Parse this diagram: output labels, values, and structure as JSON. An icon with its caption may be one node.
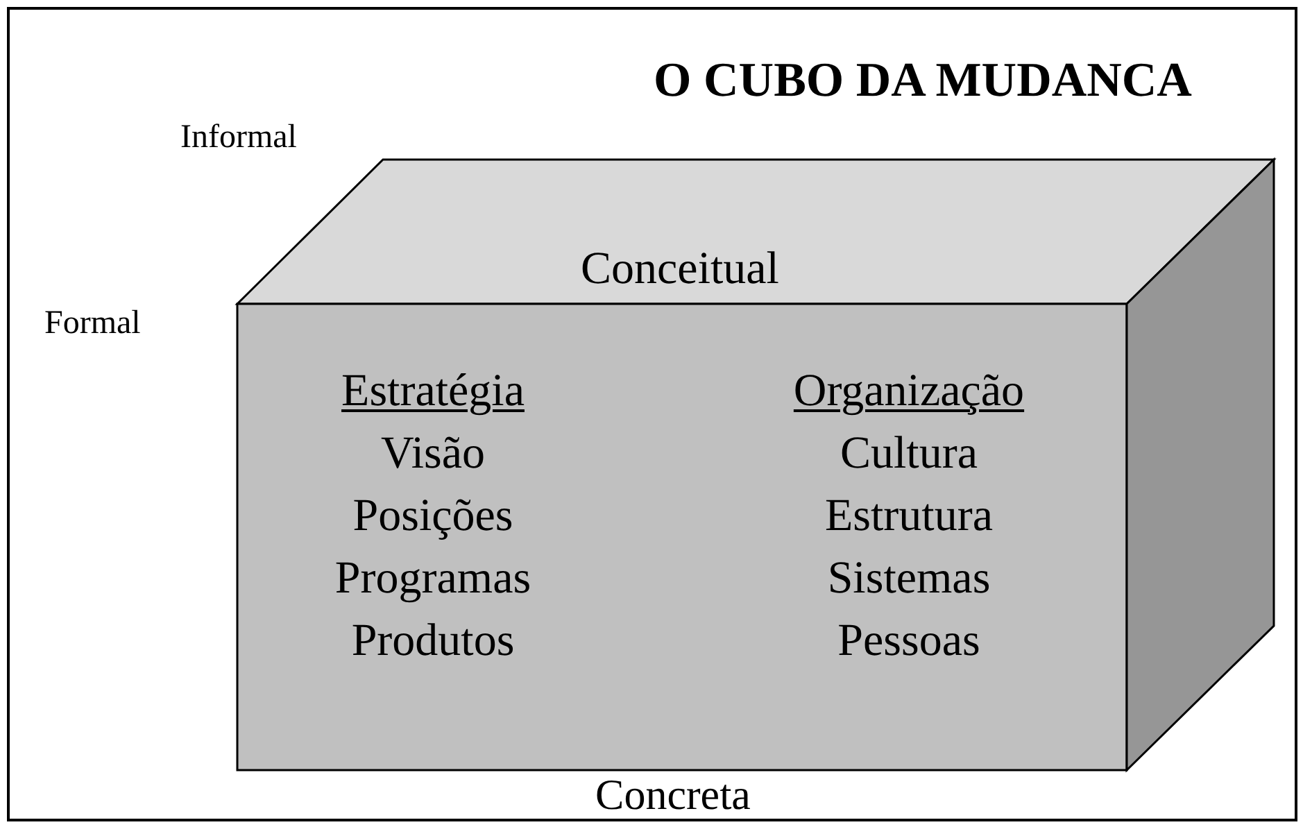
{
  "diagram": {
    "title": "O CUBO DA MUDANCA",
    "nodes": [
      {
        "text": [
          "Conceitual",
          "Estratégia",
          "Visão",
          "Posições",
          "Programas",
          "Produtos",
          "Organização",
          "Cultura",
          "Estrutura",
          "Sistemas",
          "Pessoas"
        ],
        "beside": [
          "Concreta"
        ]
      }
    ],
    "labels": [
      "Informal",
      "Formal"
    ]
  }
}
